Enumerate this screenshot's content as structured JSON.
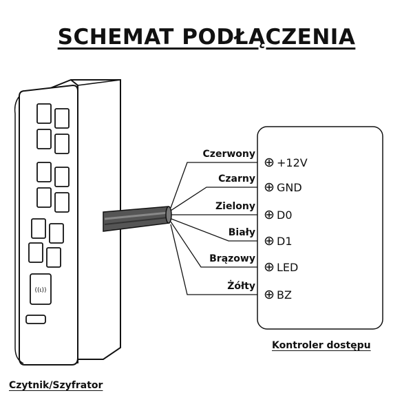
{
  "title": "SCHEMAT PODŁĄCZENIA",
  "reader_label": "Czytnik/Szyfrator",
  "controller_label": "Kontroler dostępu",
  "reader_icon": "((ι))",
  "wires": [
    {
      "color_name": "Czerwony",
      "terminal": "+12V"
    },
    {
      "color_name": "Czarny",
      "terminal": "GND"
    },
    {
      "color_name": "Zielony",
      "terminal": "D0"
    },
    {
      "color_name": "Biały",
      "terminal": "D1"
    },
    {
      "color_name": "Brązowy",
      "terminal": "LED"
    },
    {
      "color_name": "Żółty",
      "terminal": "BZ"
    }
  ]
}
